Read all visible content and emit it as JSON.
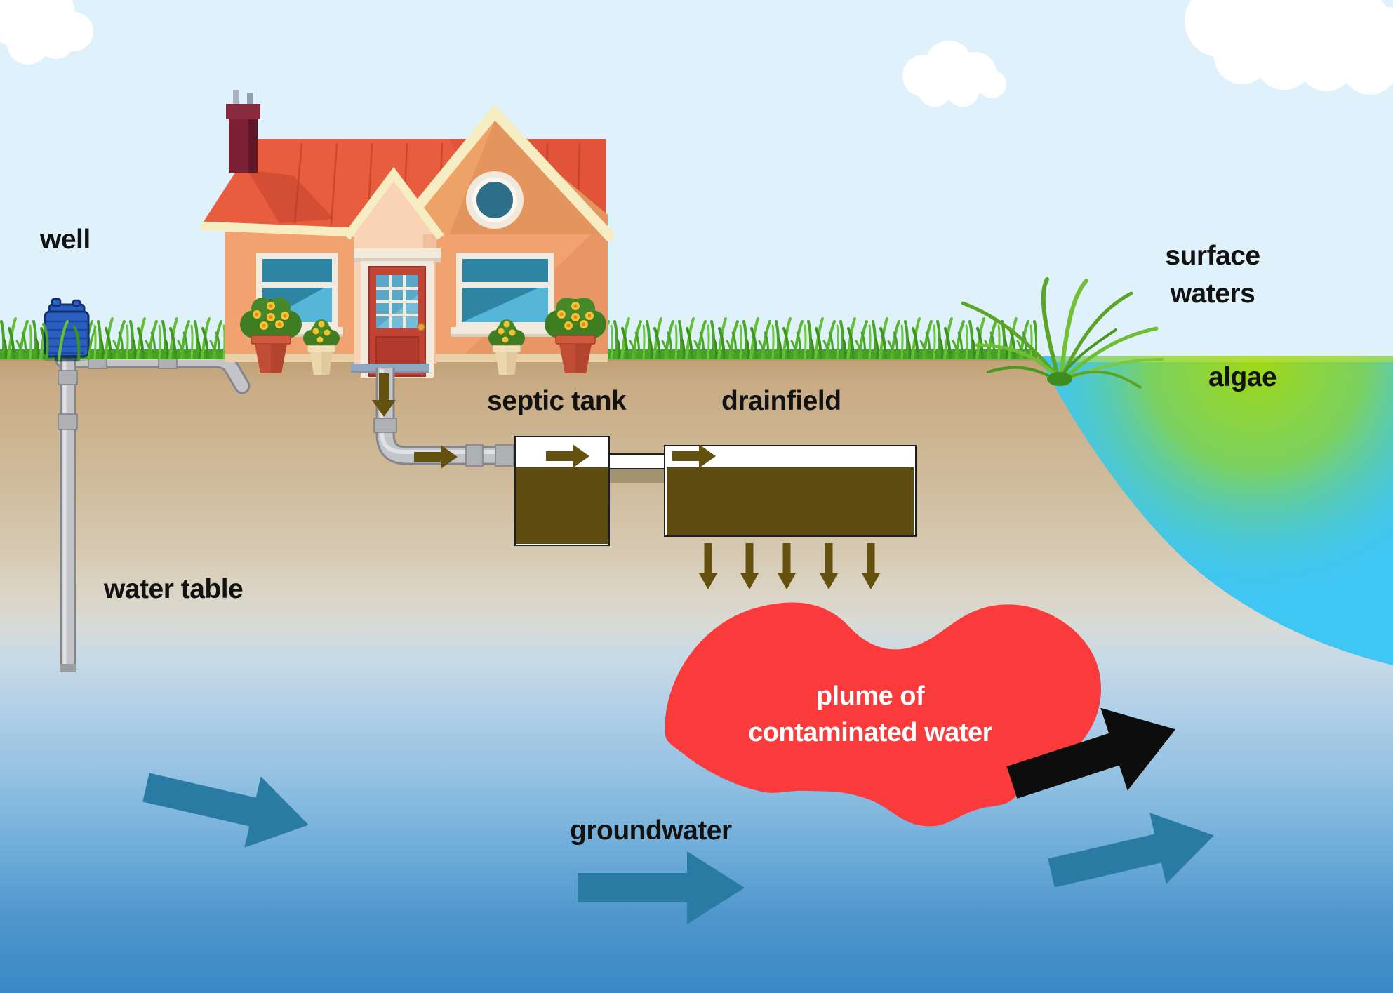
{
  "diagram": {
    "labels": {
      "well": "well",
      "septic_tank": "septic tank",
      "drainfield": "drainfield",
      "water_table": "water table",
      "surface_line1": "surface",
      "surface_line2": "waters",
      "algae": "algae",
      "groundwater": "groundwater",
      "plume_line1": "plume of",
      "plume_line2": "contaminated water"
    },
    "icons": [
      "house-icon",
      "well-tank-icon",
      "well-pipe-icon",
      "sewer-pipe-icon",
      "septic-tank-box-icon",
      "drainfield-box-icon",
      "plume-blob-icon",
      "cloud-icon",
      "grass-icon",
      "shore-plant-icon",
      "flow-arrow-icon",
      "groundwater-arrow-icon",
      "outflow-arrow-icon"
    ],
    "colors": {
      "sky": "#dff2fb",
      "cloud_white": "#ffffff",
      "ground_surface_tan": "#c0a076",
      "groundwater_deep_blue": "#3a89c6",
      "water_cyan": "#3fc6f2",
      "algae_green": "#a6d90a",
      "plume_red": "#fb3a3c",
      "septic_brown": "#5d4b10",
      "flow_arrow_brown": "#64510e",
      "groundwater_arrow_teal": "#2a7ba3",
      "outflow_arrow_black": "#0d0d0d",
      "roof_red": "#e95d3f",
      "wall_peach": "#f1a26e",
      "tank_blue": "#2a5fc0",
      "grass_green": "#55b02b",
      "label_black": "#121212",
      "plume_text_white": "#ffffff"
    }
  }
}
